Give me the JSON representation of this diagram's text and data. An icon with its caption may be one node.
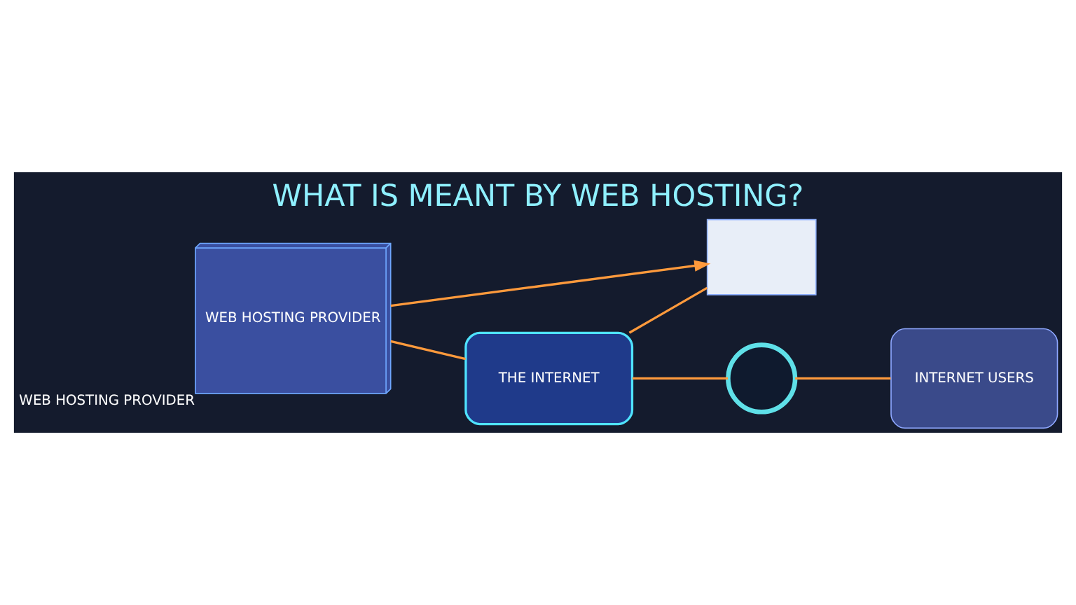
{
  "diagram": {
    "title": "WHAT IS MEANT BY WEB HOSTING?",
    "nodes": [
      {
        "text": [
          "WEB HOSTING PROVIDER"
        ],
        "beside": [
          "WEB HOSTING PROVIDER"
        ]
      },
      {
        "text": [
          "THE INTERNET"
        ]
      },
      {
        "text": [],
        "shape": "box"
      },
      {
        "text": [],
        "shape": "circle"
      },
      {
        "text": [
          "INTERNET USERS"
        ]
      }
    ],
    "edges": [
      {
        "from": 0,
        "to": 1,
        "arrow": "none"
      },
      {
        "from": 0,
        "to": 2,
        "arrow": "to"
      },
      {
        "from": 1,
        "to": 2,
        "arrow": "none"
      },
      {
        "from": 1,
        "to": 3,
        "arrow": "none"
      },
      {
        "from": 3,
        "to": 4,
        "arrow": "none"
      }
    ]
  }
}
